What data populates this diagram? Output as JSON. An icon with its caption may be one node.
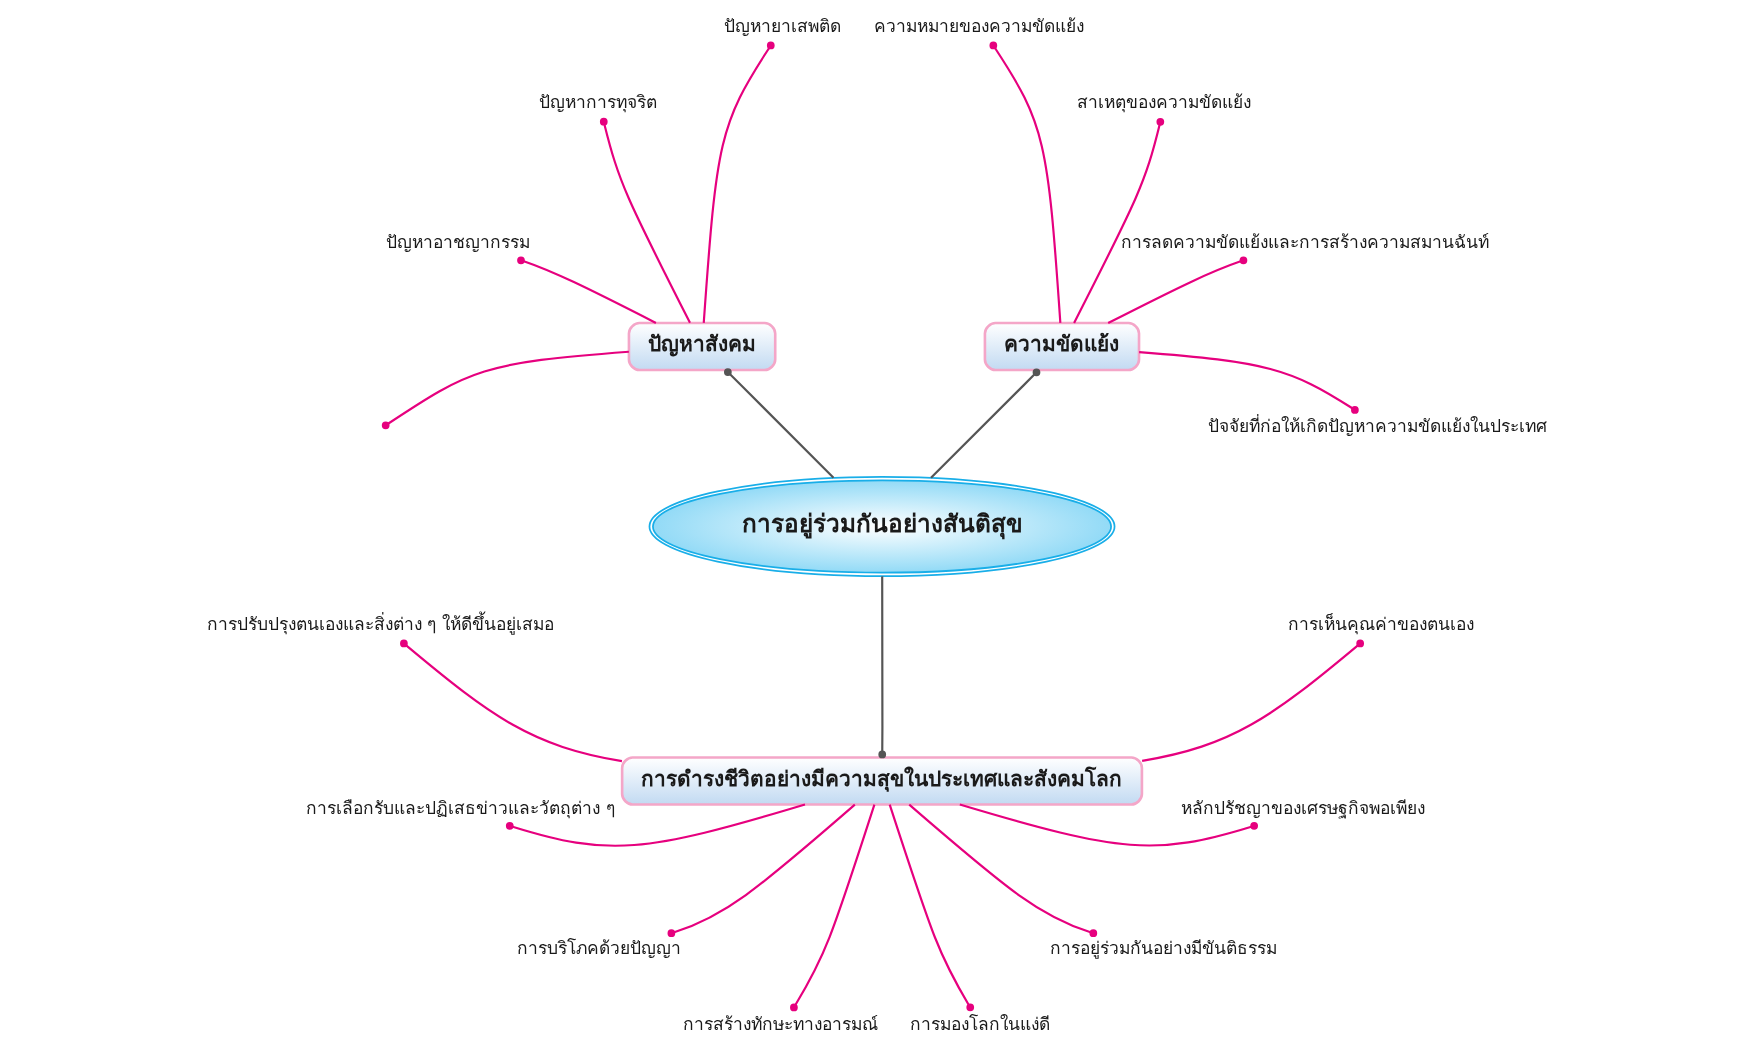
{
  "diagram": {
    "nodes": [
      {
        "text": [
          "การอยู่ร่วมกันอย่างสันติสุข"
        ]
      },
      {
        "text": [
          "ความขัดแย้ง"
        ]
      },
      {
        "text": [
          "ปัญหาสังคม"
        ]
      },
      {
        "text": [
          "การดำรงชีวิตอย่างมีความสุขในประเทศและสังคมโลก"
        ]
      },
      {
        "text": [
          "ปัจจัยที่ก่อให้เกิดปัญหาความขัดแย้งในประเทศ"
        ]
      },
      {
        "text": [
          "การลดความขัดแย้งและการสร้างความสมานฉันท์"
        ]
      },
      {
        "text": [
          "สาเหตุของความขัดแย้ง"
        ]
      },
      {
        "text": [
          "ความหมายของความขัดแย้ง"
        ]
      },
      {
        "text": [
          "ปัญหายาเสพติด"
        ]
      },
      {
        "text": [
          "ปัญหาการทุจริต"
        ]
      },
      {
        "text": [
          "ปัญหาอาชญากรรม"
        ]
      },
      {
        "text": [
          "การปรับปรุงตนเองและสิ่งต่าง ๆ ให้ดีขึ้นอยู่เสมอ"
        ]
      },
      {
        "text": [
          "การเลือกรับและปฏิเสธข่าวและวัตถุต่าง ๆ"
        ]
      },
      {
        "text": [
          "การบริโภคด้วยปัญญา"
        ]
      },
      {
        "text": [
          "การสร้างทักษะทางอารมณ์"
        ]
      },
      {
        "text": [
          "การมองโลกในแง่ดี"
        ]
      },
      {
        "text": [
          "การอยู่ร่วมกันอย่างมีขันติธรรม"
        ]
      },
      {
        "text": [
          "หลักปรัชญาของเศรษฐกิจพอเพียง"
        ]
      },
      {
        "text": [
          "การเห็นคุณค่าของตนเอง"
        ]
      }
    ],
    "edges": [
      {
        "from": 0,
        "to": 1,
        "arrow": "other",
        "color": "#555555"
      },
      {
        "from": 0,
        "to": 2,
        "arrow": "other",
        "color": "#555555"
      },
      {
        "from": 0,
        "to": 3,
        "arrow": "other",
        "color": "#555555"
      },
      {
        "from": 1,
        "to": 4,
        "arrow": "other"
      },
      {
        "from": 1,
        "to": 5,
        "arrow": "other"
      },
      {
        "from": 1,
        "to": 6,
        "arrow": "other"
      },
      {
        "from": 1,
        "to": 7,
        "arrow": "other"
      },
      {
        "from": 2,
        "to": null,
        "arrow": "other"
      },
      {
        "from": 2,
        "to": 8,
        "arrow": "other"
      },
      {
        "from": 2,
        "to": 9,
        "arrow": "other"
      },
      {
        "from": 2,
        "to": 10,
        "arrow": "other"
      },
      {
        "from": 3,
        "to": 11,
        "arrow": "other"
      },
      {
        "from": 3,
        "to": 12,
        "arrow": "other"
      },
      {
        "from": 3,
        "to": 13,
        "arrow": "other"
      },
      {
        "from": 3,
        "to": 14,
        "arrow": "other"
      },
      {
        "from": 3,
        "to": 15,
        "arrow": "other"
      },
      {
        "from": 3,
        "to": 16,
        "arrow": "other"
      },
      {
        "from": 3,
        "to": 17,
        "arrow": "other"
      },
      {
        "from": 3,
        "to": 18,
        "arrow": "other"
      }
    ]
  }
}
